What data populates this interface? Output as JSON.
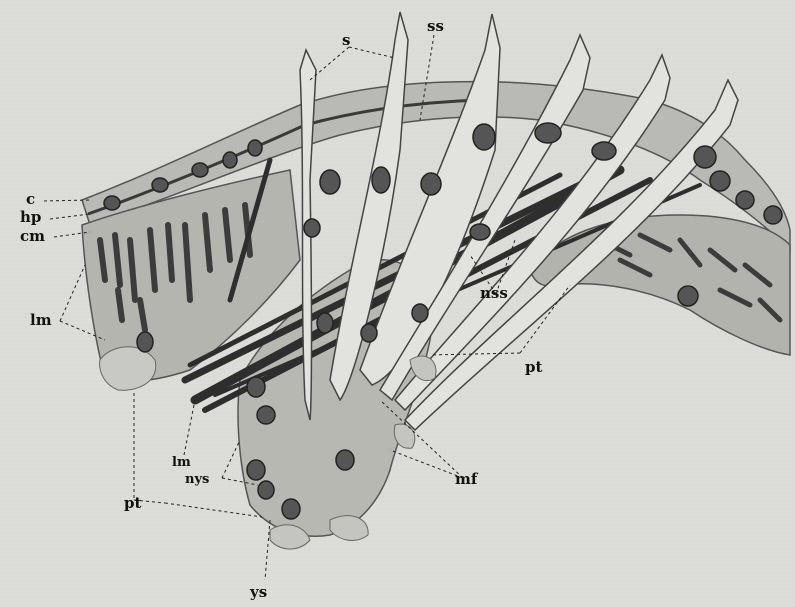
{
  "figure": {
    "labels": {
      "s": "s",
      "ss_top": "ss",
      "c": "c",
      "hp": "hp",
      "cm": "cm",
      "lm_left": "lm",
      "nss": "nss",
      "pt_right": "pt",
      "lm_bottom": "lm",
      "nys": "nys",
      "mf": "mf",
      "pt_left": "pt",
      "ys": "ys"
    }
  }
}
